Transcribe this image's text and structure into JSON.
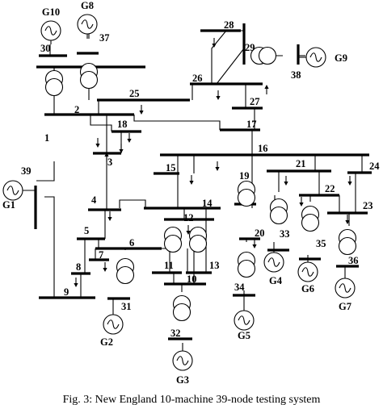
{
  "buses": [
    "1",
    "2",
    "3",
    "4",
    "5",
    "6",
    "7",
    "8",
    "9",
    "10",
    "11",
    "12",
    "13",
    "14",
    "15",
    "16",
    "17",
    "18",
    "19",
    "20",
    "21",
    "22",
    "23",
    "24",
    "25",
    "26",
    "27",
    "28",
    "29",
    "30",
    "31",
    "32",
    "33",
    "34",
    "35",
    "36",
    "37",
    "38",
    "39"
  ],
  "generators": [
    "G1",
    "G2",
    "G3",
    "G4",
    "G5",
    "G6",
    "G7",
    "G8",
    "G9",
    "G10"
  ],
  "caption": {
    "prefix": "Fig. ",
    "number": "3",
    "text": ": New England 10-machine 39-node testing system"
  }
}
